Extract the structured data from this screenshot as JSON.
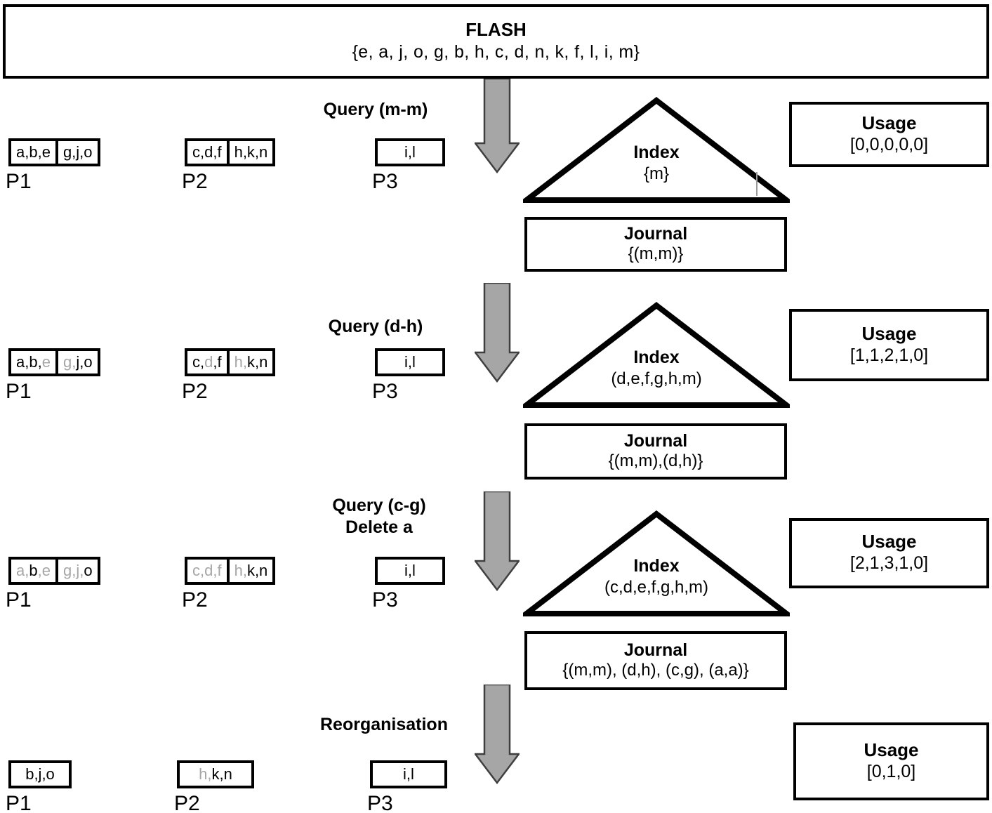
{
  "diagram": {
    "title": "FLASH index journaling and reorganisation walkthrough",
    "colors": {
      "stroke": "#000000",
      "arrow_fill": "#a6a6a6",
      "arrow_stroke": "#3f3f3f",
      "dim_text": "#a6a6a6",
      "background": "#ffffff"
    }
  },
  "flash": {
    "title": "FLASH",
    "contents": "{e, a, j, o, g, b, h, c, d, n, k, f, l, i, m}"
  },
  "page_labels": {
    "p1": "P1",
    "p2": "P2",
    "p3": "P3"
  },
  "steps": [
    {
      "id": "step-1",
      "operation_lines": [
        "Query (m-m)"
      ],
      "pages": [
        {
          "label": "P1",
          "cells": [
            {
              "segments": [
                {
                  "text": "a,b,e",
                  "dim": false
                }
              ]
            },
            {
              "segments": [
                {
                  "text": "g,j,o",
                  "dim": false
                }
              ]
            }
          ]
        },
        {
          "label": "P2",
          "cells": [
            {
              "segments": [
                {
                  "text": "c,d,f",
                  "dim": false
                }
              ]
            },
            {
              "segments": [
                {
                  "text": "h,k,n",
                  "dim": false
                }
              ]
            }
          ]
        },
        {
          "label": "P3",
          "cells": [
            {
              "segments": [
                {
                  "text": "i,l",
                  "dim": false
                }
              ]
            }
          ]
        }
      ],
      "index": {
        "title": "Index",
        "contents": "{m}"
      },
      "journal": {
        "title": "Journal",
        "contents": "{(m,m)}"
      },
      "usage": {
        "title": "Usage",
        "value": "[0,0,0,0,0]"
      }
    },
    {
      "id": "step-2",
      "operation_lines": [
        "Query (d-h)"
      ],
      "pages": [
        {
          "label": "P1",
          "cells": [
            {
              "segments": [
                {
                  "text": "a,b,",
                  "dim": false
                },
                {
                  "text": "e",
                  "dim": true
                }
              ]
            },
            {
              "segments": [
                {
                  "text": "g,",
                  "dim": true
                },
                {
                  "text": "j,o",
                  "dim": false
                }
              ]
            }
          ]
        },
        {
          "label": "P2",
          "cells": [
            {
              "segments": [
                {
                  "text": "c,",
                  "dim": false
                },
                {
                  "text": "d",
                  "dim": true
                },
                {
                  "text": ",f",
                  "dim": false
                }
              ]
            },
            {
              "segments": [
                {
                  "text": "h,",
                  "dim": true
                },
                {
                  "text": "k,n",
                  "dim": false
                }
              ]
            }
          ]
        },
        {
          "label": "P3",
          "cells": [
            {
              "segments": [
                {
                  "text": "i,l",
                  "dim": false
                }
              ]
            }
          ]
        }
      ],
      "index": {
        "title": "Index",
        "contents": "(d,e,f,g,h,m)"
      },
      "journal": {
        "title": "Journal",
        "contents": "{(m,m),(d,h)}"
      },
      "usage": {
        "title": "Usage",
        "value": "[1,1,2,1,0]"
      }
    },
    {
      "id": "step-3",
      "operation_lines": [
        "Query (c-g)",
        "Delete a"
      ],
      "pages": [
        {
          "label": "P1",
          "cells": [
            {
              "segments": [
                {
                  "text": "a,",
                  "dim": true
                },
                {
                  "text": "b",
                  "dim": false
                },
                {
                  "text": ",e",
                  "dim": true
                }
              ]
            },
            {
              "segments": [
                {
                  "text": "g,j,",
                  "dim": true
                },
                {
                  "text": "o",
                  "dim": false
                }
              ]
            }
          ]
        },
        {
          "label": "P2",
          "cells": [
            {
              "segments": [
                {
                  "text": "c,d,f",
                  "dim": true
                }
              ]
            },
            {
              "segments": [
                {
                  "text": "h,",
                  "dim": true
                },
                {
                  "text": "k,n",
                  "dim": false
                }
              ]
            }
          ]
        },
        {
          "label": "P3",
          "cells": [
            {
              "segments": [
                {
                  "text": "i,l",
                  "dim": false
                }
              ]
            }
          ]
        }
      ],
      "index": {
        "title": "Index",
        "contents": "(c,d,e,f,g,h,m)"
      },
      "journal": {
        "title": "Journal",
        "contents": "{(m,m), (d,h), (c,g), (a,a)}"
      },
      "usage": {
        "title": "Usage",
        "value": "[2,1,3,1,0]"
      }
    },
    {
      "id": "step-4",
      "operation_lines": [
        "Reorganisation"
      ],
      "pages": [
        {
          "label": "P1",
          "cells": [
            {
              "segments": [
                {
                  "text": "b,j,o",
                  "dim": false
                }
              ]
            }
          ]
        },
        {
          "label": "P2",
          "cells": [
            {
              "segments": [
                {
                  "text": "h,",
                  "dim": true
                },
                {
                  "text": "k,n",
                  "dim": false
                }
              ]
            }
          ]
        },
        {
          "label": "P3",
          "cells": [
            {
              "segments": [
                {
                  "text": "i,l",
                  "dim": false
                }
              ]
            }
          ]
        }
      ],
      "index": null,
      "journal": null,
      "usage": {
        "title": "Usage",
        "value": "[0,1,0]"
      }
    }
  ]
}
